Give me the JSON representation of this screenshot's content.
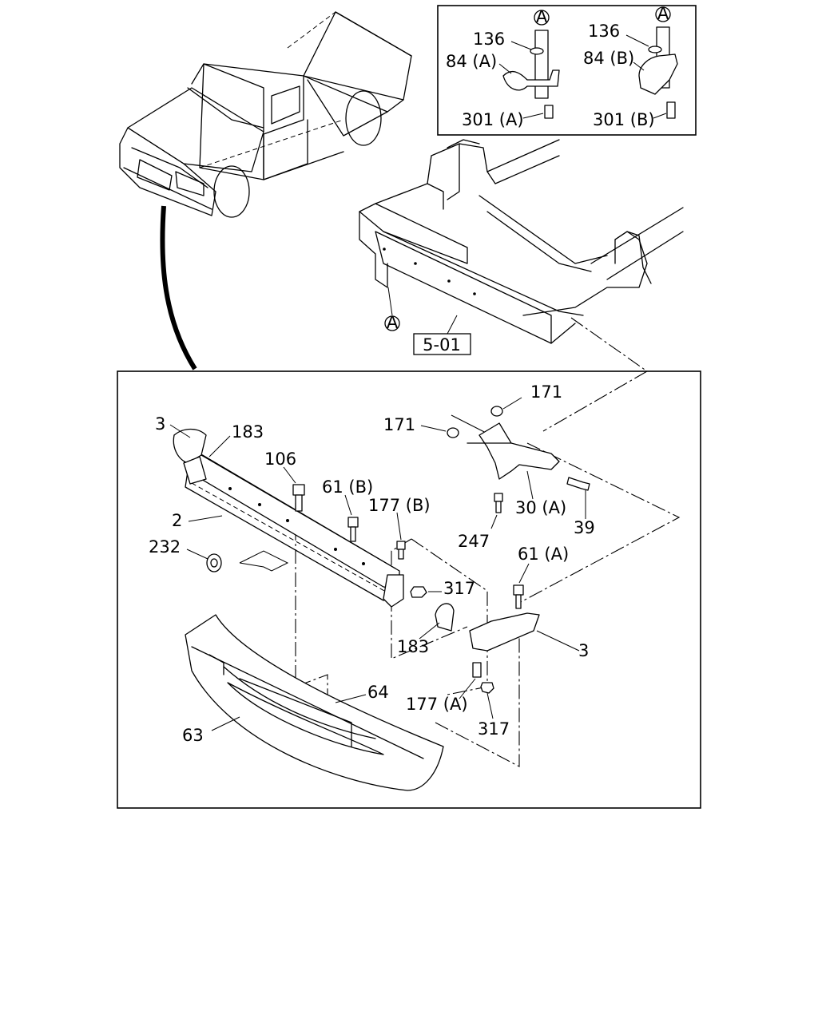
{
  "reference_box": "5-01",
  "circle_ref": "A",
  "inset_labels": {
    "washer_a": "136",
    "washer_b": "136",
    "hook_a": "84 (A)",
    "hook_b": "84 (B)",
    "bolt_a": "301 (A)",
    "bolt_b": "301 (B)"
  },
  "callouts": {
    "bumper_end_left": "3",
    "bumper_end_right": "3",
    "pad_left": "183",
    "pad_right": "183",
    "bumper_bar": "2",
    "bolt_106": "106",
    "bolt_61b": "61 (B)",
    "bolt_61a": "61 (A)",
    "screw_177b": "177 (B)",
    "screw_177a": "177 (A)",
    "grommet": "232",
    "nut_171_top": "171",
    "nut_171_left": "171",
    "bracket": "30 (A)",
    "bolt_39": "39",
    "bolt_247": "247",
    "nut_317_mid": "317",
    "nut_317_low": "317",
    "clip_64": "64",
    "lower_cover": "63"
  }
}
